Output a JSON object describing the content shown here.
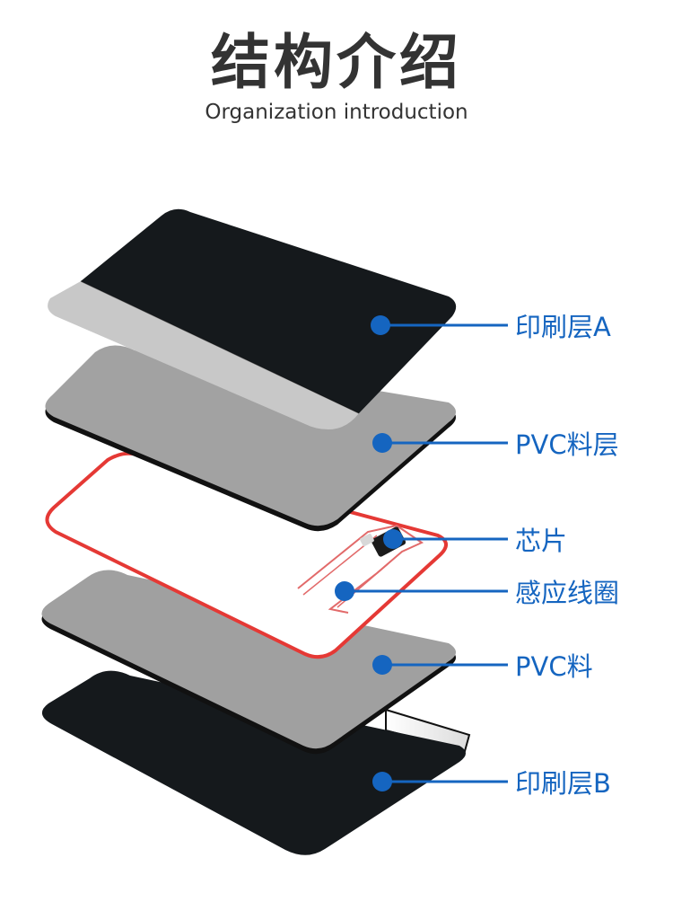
{
  "header": {
    "title": "结构介绍",
    "subtitle": "Organization introduction"
  },
  "colors": {
    "accent": "#1565c0",
    "card_black": "#15191c",
    "card_gray": "#9e9e9e",
    "coil_red": "#e53935"
  },
  "layers": [
    {
      "label": "印刷层A"
    },
    {
      "label": "PVC料层"
    },
    {
      "label": "芯片"
    },
    {
      "label": "感应线圈"
    },
    {
      "label": "PVC料"
    },
    {
      "label": "印刷层B"
    }
  ]
}
